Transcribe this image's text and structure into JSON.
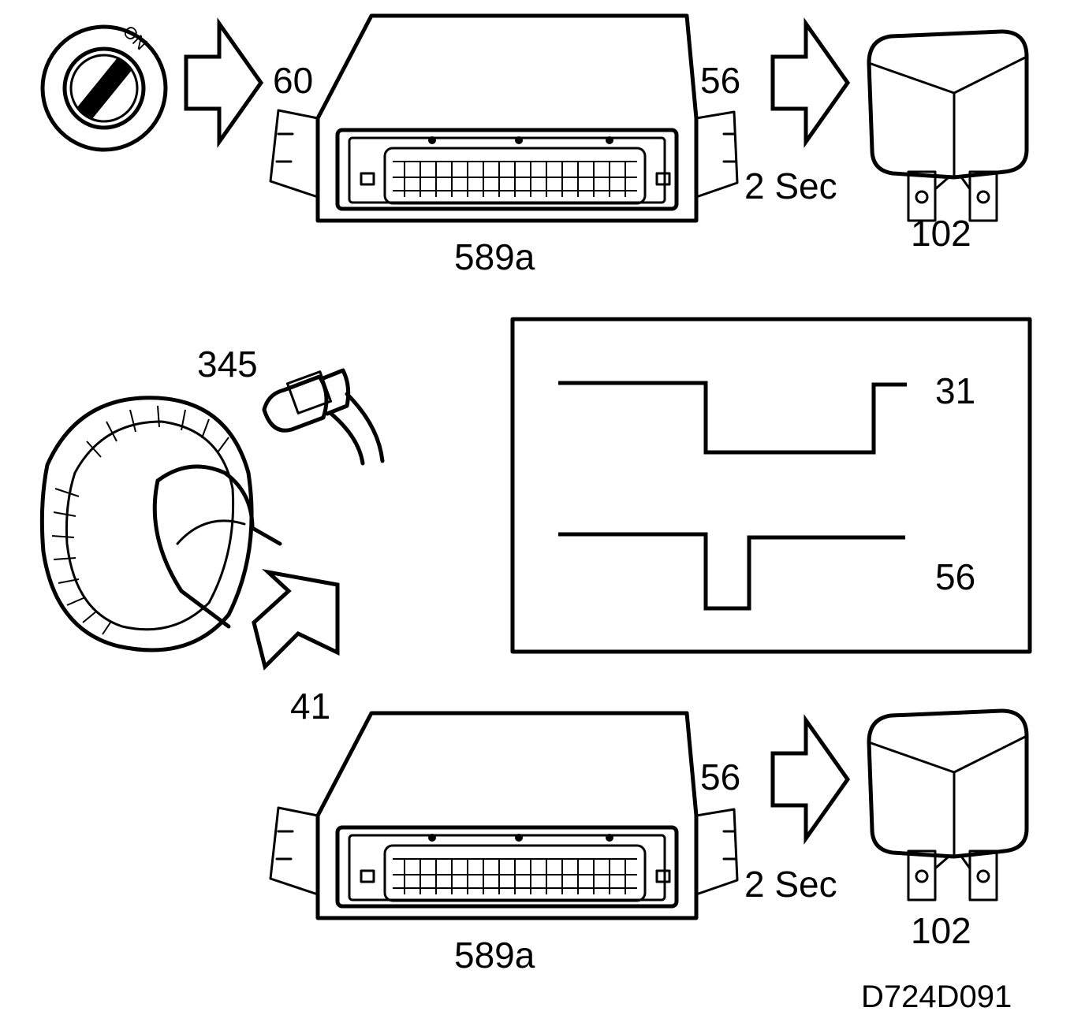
{
  "labels": {
    "ignition_switch": "ON",
    "ignition_signal": "60",
    "ecu_top": "589a",
    "ecu_top_output": "56",
    "ecu_top_time": "2 Sec",
    "relay_top": "102",
    "sensor": "345",
    "sensor_signal": "41",
    "ecu_bottom": "589a",
    "ecu_bottom_output": "56",
    "ecu_bottom_time": "2 Sec",
    "relay_bottom": "102",
    "waveform_upper": "31",
    "waveform_lower": "56",
    "figure_code": "D724D091"
  },
  "colors": {
    "line": "#000000",
    "background": "#ffffff"
  }
}
